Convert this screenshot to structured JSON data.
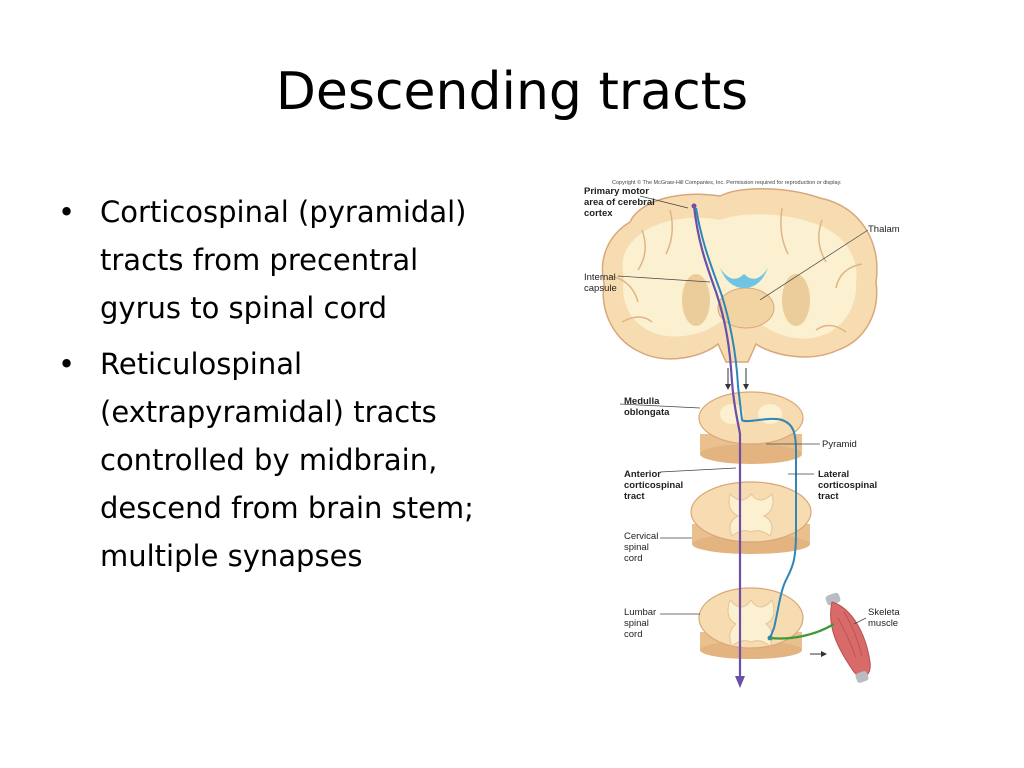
{
  "slide": {
    "title": "Descending tracts",
    "bullets": [
      "Corticospinal (pyramidal) tracts from precentral gyrus to spinal cord",
      "Reticulospinal (extrapyramidal) tracts controlled by midbrain, descend from brain stem; multiple synapses"
    ]
  },
  "figure": {
    "copyright": "Copyright © The McGraw-Hill Companies, Inc. Permission required for reproduction or display.",
    "labels": {
      "primary_motor_1": "Primary motor",
      "primary_motor_2": "area of cerebral",
      "primary_motor_3": "cortex",
      "thalamus": "Thalamus",
      "internal_capsule_1": "Internal",
      "internal_capsule_2": "capsule",
      "medulla_1": "Medulla",
      "medulla_2": "oblongata",
      "pyramid": "Pyramid",
      "anterior_1": "Anterior",
      "anterior_2": "corticospinal",
      "anterior_3": "tract",
      "lateral_1": "Lateral",
      "lateral_2": "corticospinal",
      "lateral_3": "tract",
      "cervical_1": "Cervical",
      "cervical_2": "spinal",
      "cervical_3": "cord",
      "lumbar_1": "Lumbar",
      "lumbar_2": "spinal",
      "lumbar_3": "cord",
      "skeletal_1": "Skeletal",
      "skeletal_2": "muscle"
    },
    "colors": {
      "tissue": "#f6dcb0",
      "tissue_edge": "#d9a77a",
      "white_matter": "#fbf0cf",
      "anterior_tract": "#6b4fa8",
      "lateral_tract": "#2f86b8",
      "motor_nerve": "#3c9a3a",
      "muscle": "#d96a6a"
    }
  }
}
